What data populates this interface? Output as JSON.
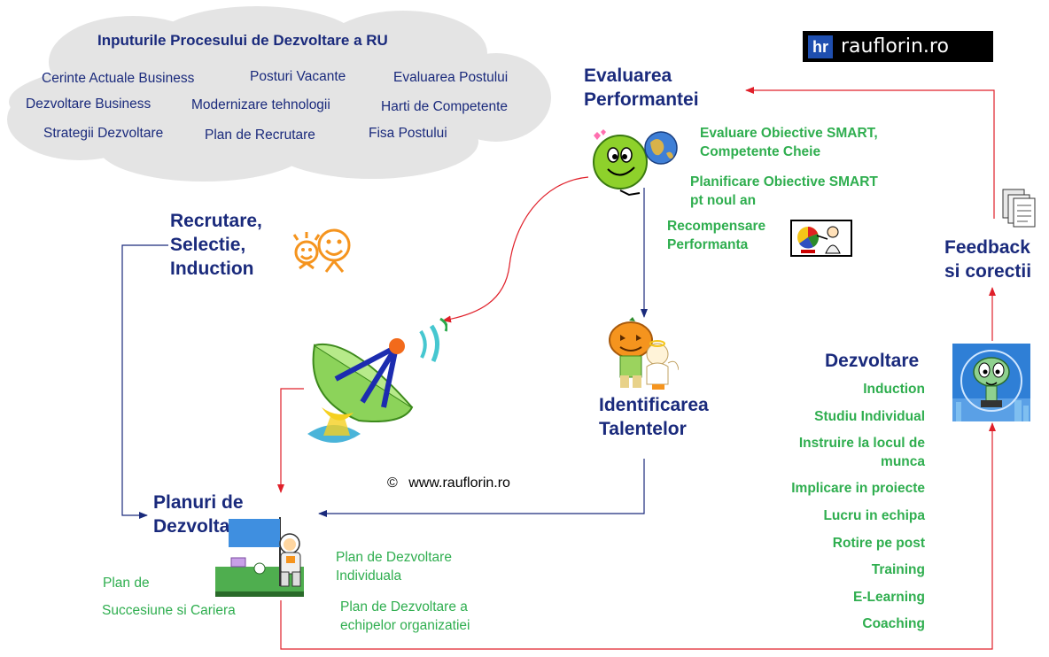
{
  "inputs": {
    "title": "Inputurile Procesului de Dezvoltare a RU",
    "items": [
      "Cerinte Actuale Business",
      "Posturi Vacante",
      "Evaluarea Postului",
      "Dezvoltare Business",
      "Modernizare tehnologii",
      "Harti de Competente",
      "Strategii Dezvoltare",
      "Plan de Recrutare",
      "Fisa  Postului"
    ]
  },
  "logo": {
    "badge": "hr",
    "site": "rauflorin.ro"
  },
  "evaluare": {
    "title_line1": "Evaluarea",
    "title_line2": "Performantei",
    "item1_l1": "Evaluare Obiective SMART,",
    "item1_l2": "Competente Cheie",
    "item2_l1": "Planificare Obiective SMART",
    "item2_l2": "pt noul an",
    "item3_l1": "Recompensare",
    "item3_l2": "Performanta"
  },
  "recrutare": {
    "line1": "Recrutare,",
    "line2": "Selectie,",
    "line3": "Induction"
  },
  "feedback": {
    "line1": "Feedback",
    "line2": "si corectii"
  },
  "talente": {
    "line1": "Identificarea",
    "line2": "Talentelor"
  },
  "dezvoltare": {
    "title": "Dezvoltare",
    "items": [
      "Induction",
      "Studiu Individual",
      "Instruire la locul de",
      "munca",
      "Implicare in proiecte",
      "Lucru in echipa",
      "Rotire pe post",
      "Training",
      "E-Learning",
      "Coaching"
    ]
  },
  "copyright": {
    "symbol": "©",
    "text": "www.rauflorin.ro"
  },
  "planuri": {
    "title_line1": "Planuri de",
    "title_line2": "Dezvoltare",
    "pdi_l1": "Plan de Dezvoltare",
    "pdi_l2": "Individuala",
    "echipe_l1": "Plan de Dezvoltare a",
    "echipe_l2": "echipelor organizatiei",
    "succ_l1": "Plan de",
    "succ_l2": "Succesiune si Cariera"
  },
  "icons": [
    "cloud-shape",
    "smiley-globe-icon",
    "smiley-pair-icon",
    "satellite-dish-icon",
    "pumpkin-angel-icon",
    "presentation-icon",
    "documents-icon",
    "alien-tv-icon",
    "astronaut-flag-icon"
  ],
  "colors": {
    "navy": "#1a2a7c",
    "green": "#2fae4f",
    "red_arrow": "#e0202a",
    "cloud": "#e4e4e4"
  }
}
